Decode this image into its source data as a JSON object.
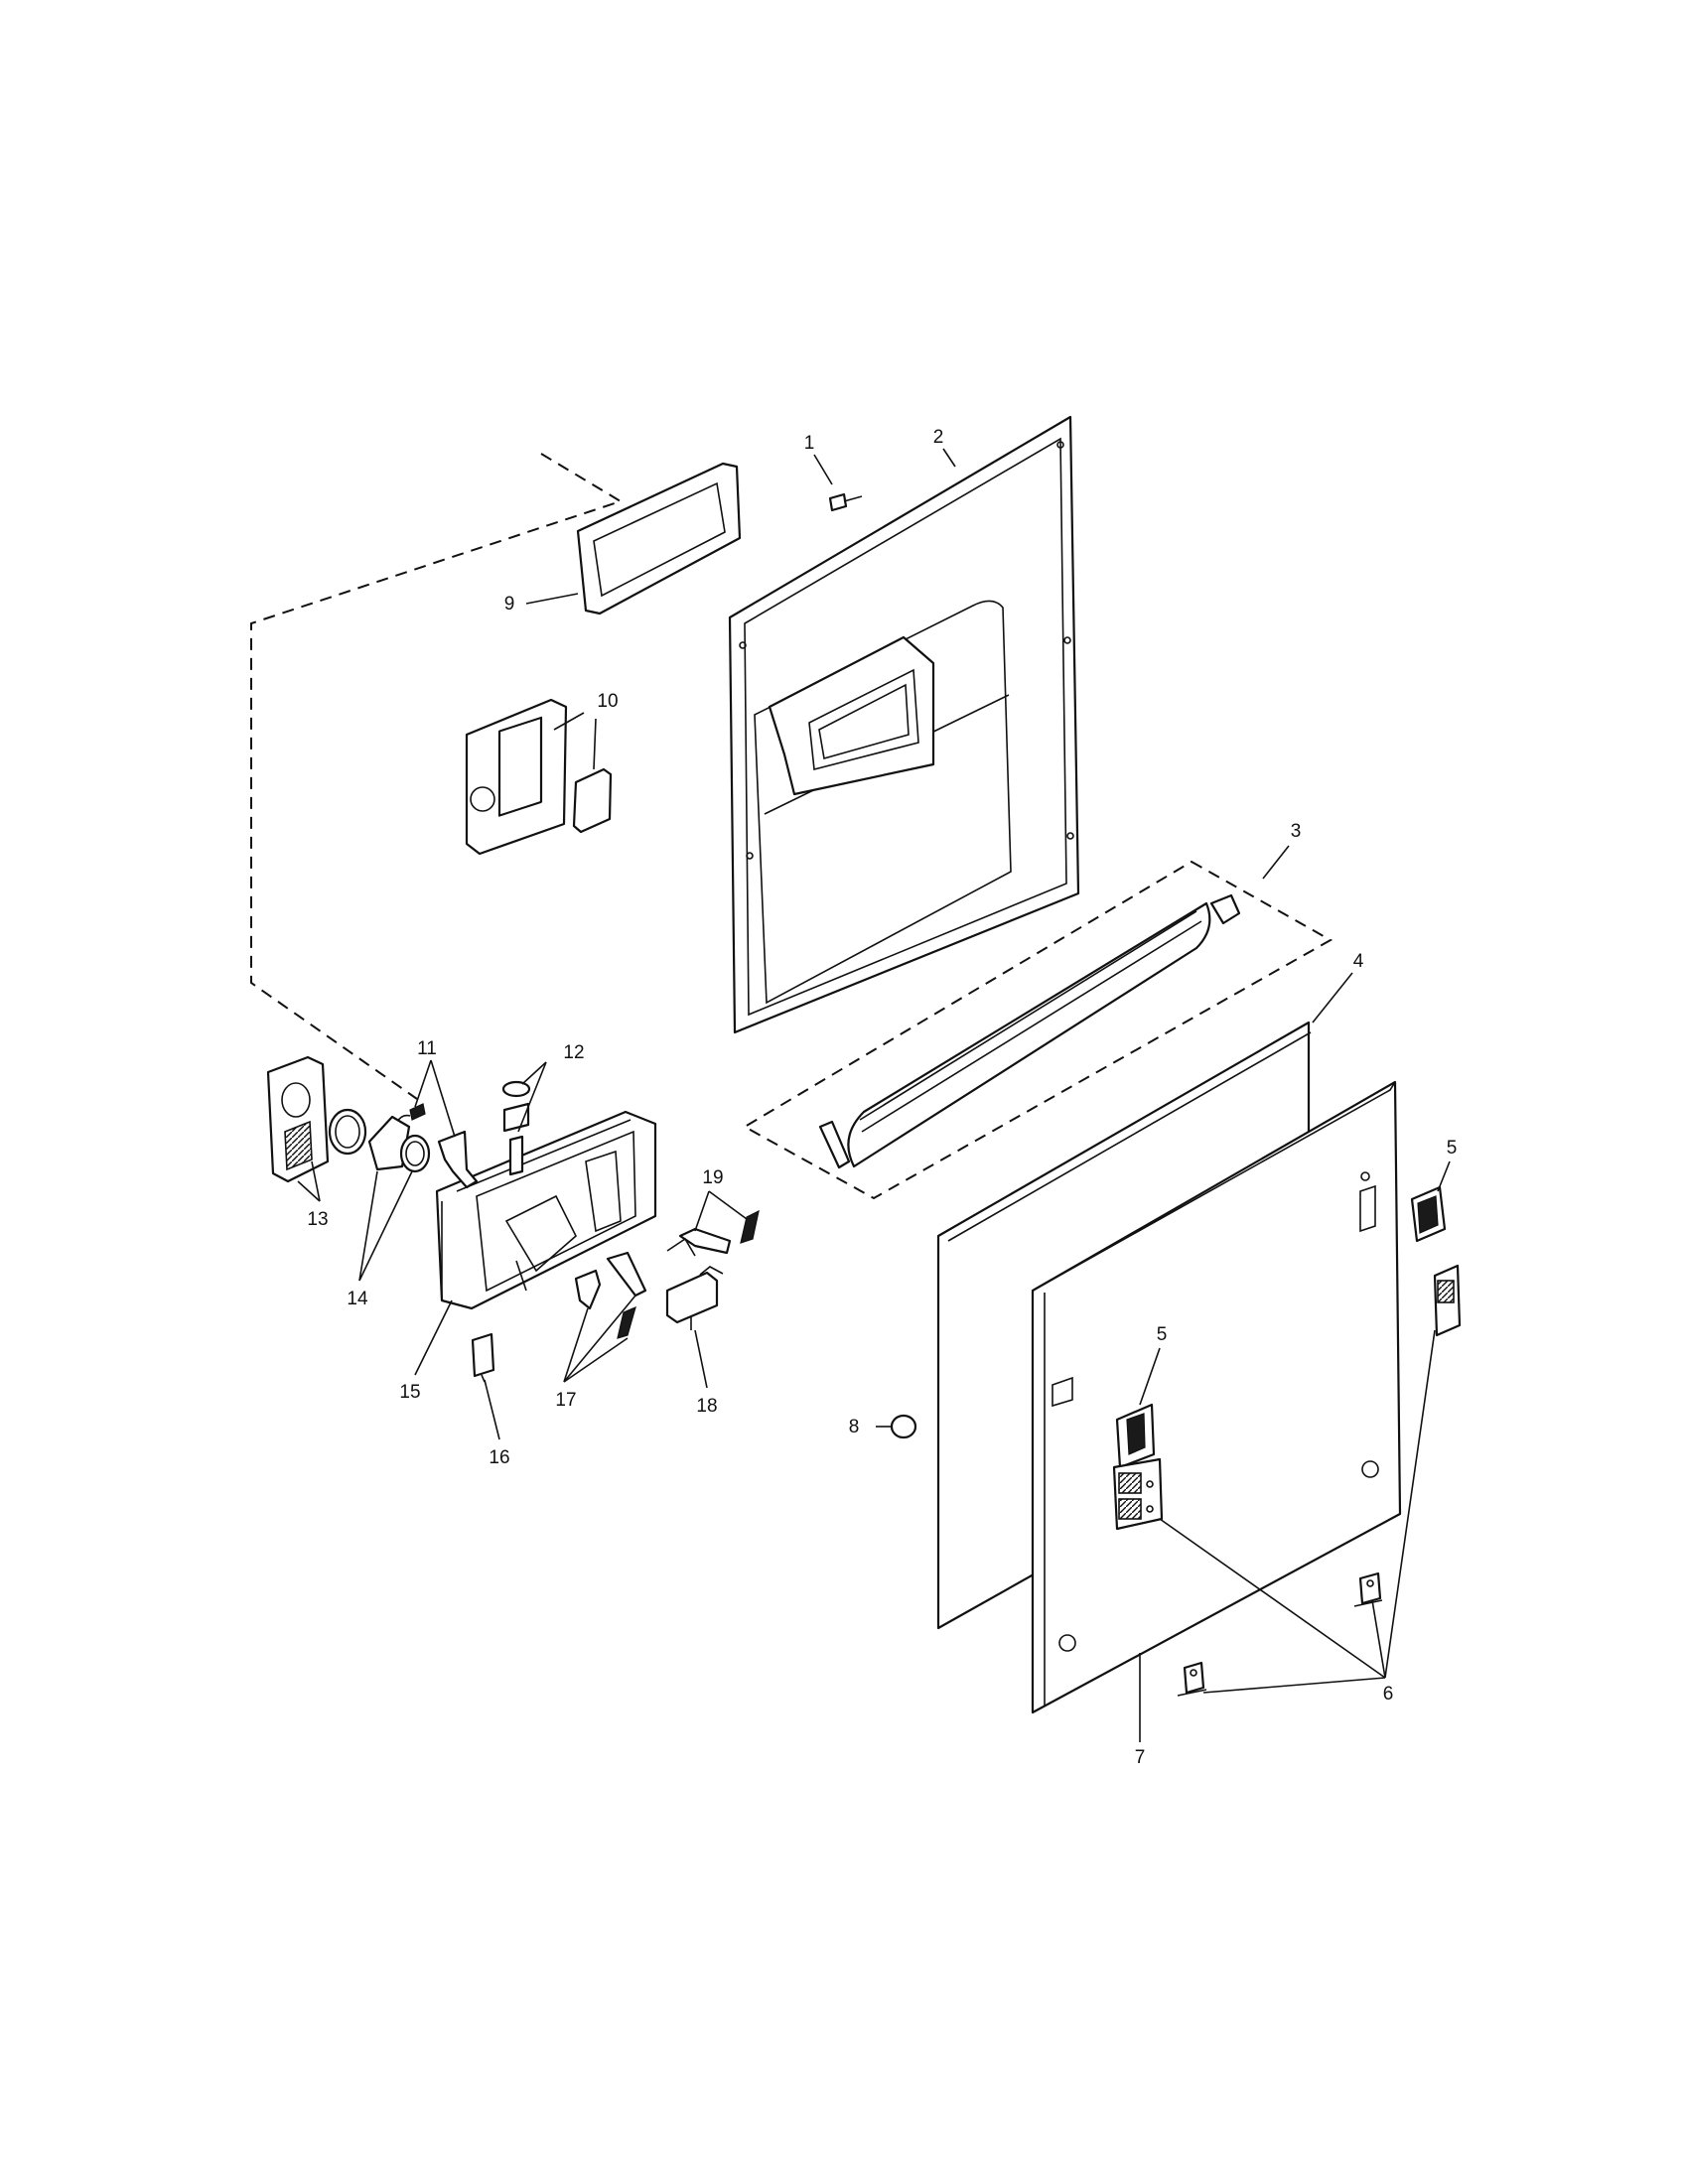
{
  "callouts": {
    "c1": "1",
    "c2": "2",
    "c3": "3",
    "c4": "4",
    "c5a": "5",
    "c5b": "5",
    "c6": "6",
    "c7": "7",
    "c8": "8",
    "c9": "9",
    "c10": "10",
    "c11": "11",
    "c12": "12",
    "c13": "13",
    "c14": "14",
    "c15": "15",
    "c16": "16",
    "c17": "17",
    "c18": "18",
    "c19": "19"
  },
  "colors": {
    "line": "#111111",
    "background": "#ffffff"
  }
}
